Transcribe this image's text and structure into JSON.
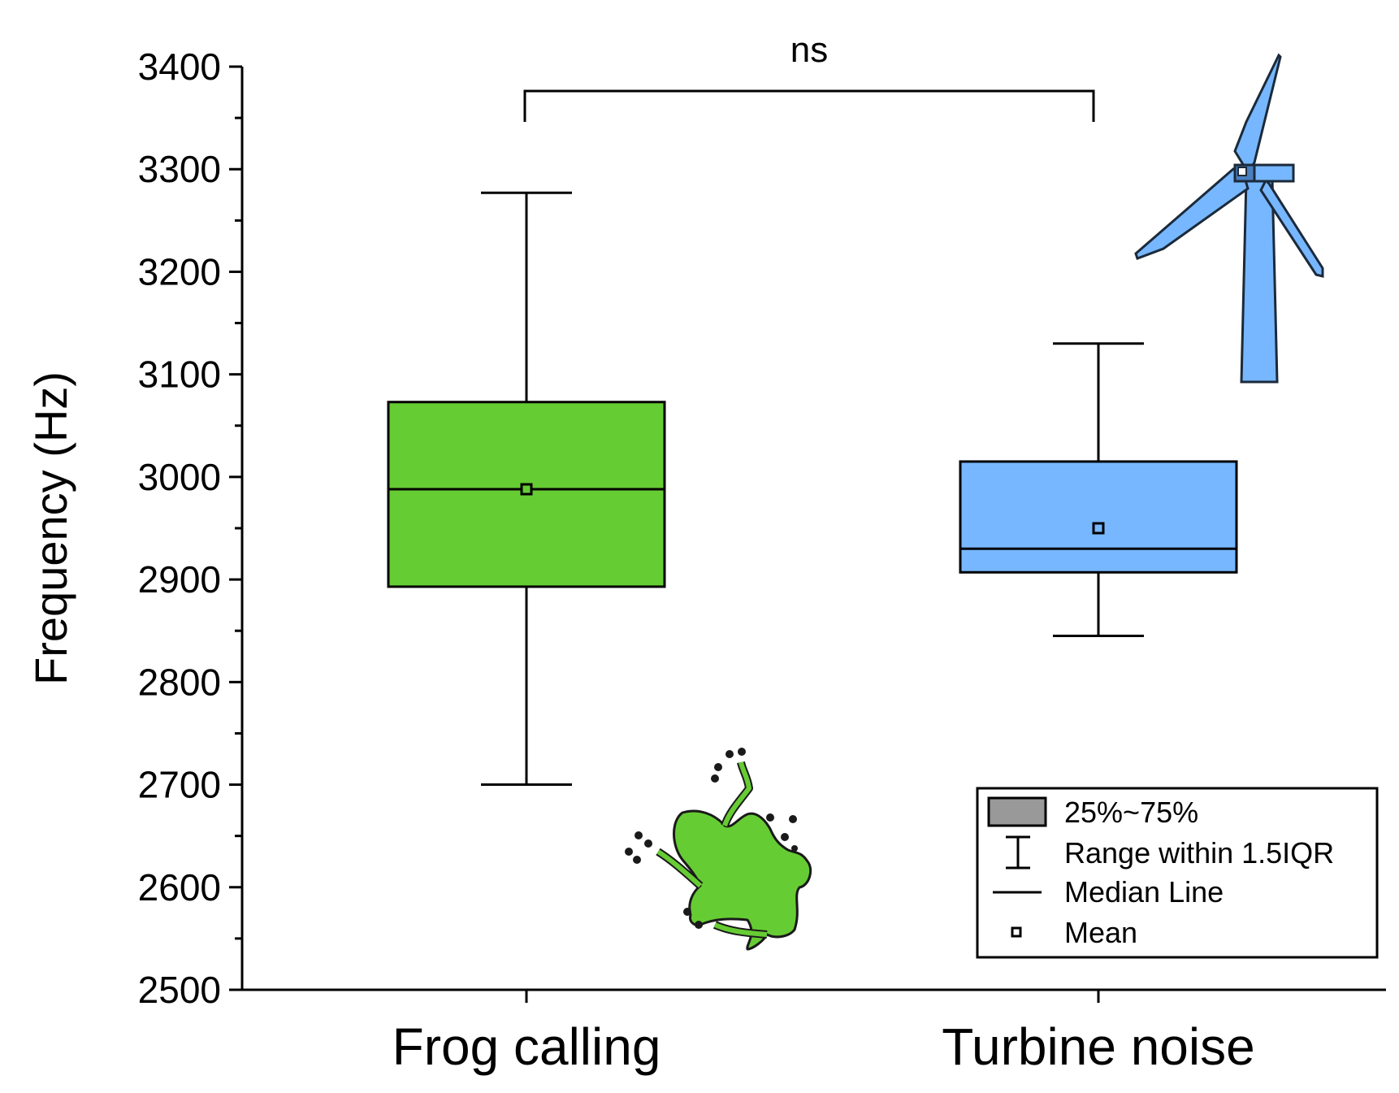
{
  "chart_data": {
    "type": "box",
    "xlabel": "",
    "ylabel": "Frequency (Hz)",
    "ylim": [
      2500,
      3400
    ],
    "yticks": [
      2500,
      2600,
      2700,
      2800,
      2900,
      3000,
      3100,
      3200,
      3300,
      3400
    ],
    "yticks_labels": [
      "2500",
      "2600",
      "2700",
      "2800",
      "2900",
      "3000",
      "3100",
      "3200",
      "3300",
      "3400"
    ],
    "categories": [
      "Frog calling",
      "Turbine noise"
    ],
    "boxes": [
      {
        "label": "Frog calling",
        "whisker_low": 2700,
        "q1": 2893,
        "median": 2988,
        "q3": 3073,
        "whisker_high": 3277,
        "mean": 2988,
        "color": "#66cc33"
      },
      {
        "label": "Turbine noise",
        "whisker_low": 2845,
        "q1": 2907,
        "median": 2930,
        "q3": 3015,
        "whisker_high": 3130,
        "mean": 2950,
        "color": "#77b7ff"
      }
    ],
    "significance": {
      "from": "Frog calling",
      "to": "Turbine noise",
      "label": "ns"
    },
    "legend": {
      "position": "bottom-right",
      "entries": [
        "25%~75%",
        "Range within 1.5IQR",
        "Median Line",
        "Mean"
      ]
    },
    "icons": [
      "frog-icon",
      "wind-turbine-icon"
    ],
    "colors": {
      "frog_box": "#66cc33",
      "turbine_box": "#77b7ff",
      "legend_box": "#999999"
    }
  }
}
